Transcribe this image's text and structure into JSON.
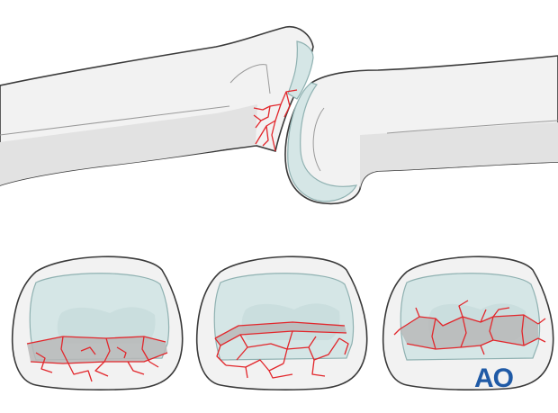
{
  "figure": {
    "logo": {
      "text": "AO",
      "color": "#1f5aa6"
    },
    "colors": {
      "bone_fill": "#f2f2f2",
      "bone_stroke": "#3a3a3a",
      "bone_shade": "#e2e2e2",
      "cartilage_fill": "#d5e6e6",
      "cartilage_stroke": "#8fb1b1",
      "fracture_line": "#e2262b",
      "fragment_gap": "#b9b9b9"
    },
    "views": [
      {
        "name": "lateral-view",
        "depicts": "proximal-phalanx-with-comminuted-base-fracture-and-middle-phalanx-head"
      },
      {
        "name": "articular-surface-view-1",
        "depicts": "low-comminution-of-joint-surface"
      },
      {
        "name": "articular-surface-view-2",
        "depicts": "central-depressed-fragments"
      },
      {
        "name": "articular-surface-view-3",
        "depicts": "raised-comminuted-fragments"
      }
    ]
  }
}
